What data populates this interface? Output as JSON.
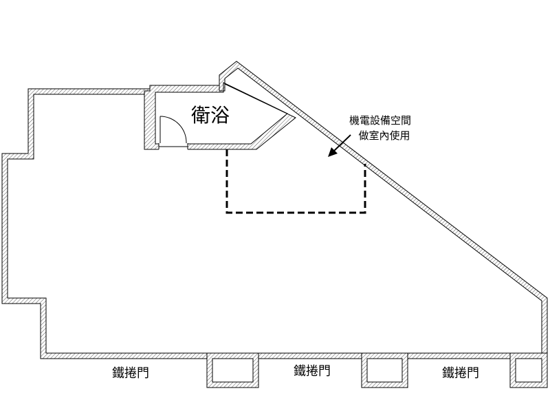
{
  "rooms": {
    "bathroom": "衛浴"
  },
  "note": {
    "line1": "機電設備空間",
    "line2": "做室內使用"
  },
  "doors": {
    "rolling_door_1": "鐵捲門",
    "rolling_door_2": "鐵捲門",
    "rolling_door_3": "鐵捲門"
  }
}
